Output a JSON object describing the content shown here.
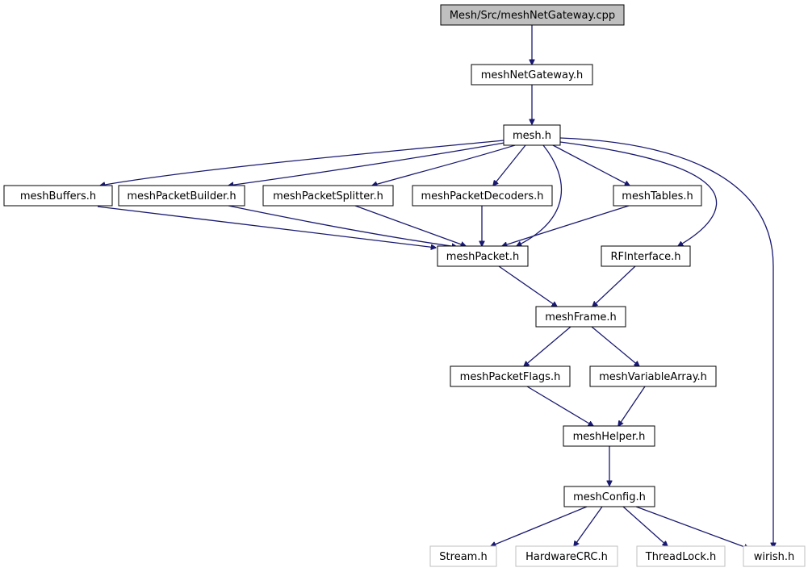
{
  "colors": {
    "edge": "#191970",
    "root_fill": "#bfbfbf",
    "node_fill": "#ffffff",
    "node_border": "#000000",
    "external_border": "#bfbfbf",
    "text": "#000000",
    "external_text": "#000000"
  },
  "nodes": {
    "root": {
      "label": "Mesh/Src/meshNetGateway.cpp"
    },
    "meshNetGateway": {
      "label": "meshNetGateway.h"
    },
    "mesh": {
      "label": "mesh.h"
    },
    "meshBuffers": {
      "label": "meshBuffers.h"
    },
    "meshPacketBuilder": {
      "label": "meshPacketBuilder.h"
    },
    "meshPacketSplitter": {
      "label": "meshPacketSplitter.h"
    },
    "meshPacketDecoders": {
      "label": "meshPacketDecoders.h"
    },
    "meshTables": {
      "label": "meshTables.h"
    },
    "meshPacket": {
      "label": "meshPacket.h"
    },
    "RFInterface": {
      "label": "RFInterface.h"
    },
    "meshFrame": {
      "label": "meshFrame.h"
    },
    "meshPacketFlags": {
      "label": "meshPacketFlags.h"
    },
    "meshVariableArray": {
      "label": "meshVariableArray.h"
    },
    "meshHelper": {
      "label": "meshHelper.h"
    },
    "meshConfig": {
      "label": "meshConfig.h"
    },
    "Stream": {
      "label": "Stream.h"
    },
    "HardwareCRC": {
      "label": "HardwareCRC.h"
    },
    "ThreadLock": {
      "label": "ThreadLock.h"
    },
    "wirish": {
      "label": "wirish.h"
    }
  },
  "edges": [
    [
      "root",
      "meshNetGateway"
    ],
    [
      "meshNetGateway",
      "mesh"
    ],
    [
      "mesh",
      "meshBuffers"
    ],
    [
      "mesh",
      "meshPacketBuilder"
    ],
    [
      "mesh",
      "meshPacketSplitter"
    ],
    [
      "mesh",
      "meshPacketDecoders"
    ],
    [
      "mesh",
      "meshPacket"
    ],
    [
      "mesh",
      "meshTables"
    ],
    [
      "mesh",
      "RFInterface"
    ],
    [
      "mesh",
      "wirish"
    ],
    [
      "meshBuffers",
      "meshPacket"
    ],
    [
      "meshPacketBuilder",
      "meshPacket"
    ],
    [
      "meshPacketSplitter",
      "meshPacket"
    ],
    [
      "meshPacketDecoders",
      "meshPacket"
    ],
    [
      "meshTables",
      "meshPacket"
    ],
    [
      "meshPacket",
      "meshFrame"
    ],
    [
      "RFInterface",
      "meshFrame"
    ],
    [
      "meshFrame",
      "meshPacketFlags"
    ],
    [
      "meshFrame",
      "meshVariableArray"
    ],
    [
      "meshPacketFlags",
      "meshHelper"
    ],
    [
      "meshVariableArray",
      "meshHelper"
    ],
    [
      "meshHelper",
      "meshConfig"
    ],
    [
      "meshConfig",
      "Stream"
    ],
    [
      "meshConfig",
      "HardwareCRC"
    ],
    [
      "meshConfig",
      "ThreadLock"
    ],
    [
      "meshConfig",
      "wirish"
    ]
  ]
}
